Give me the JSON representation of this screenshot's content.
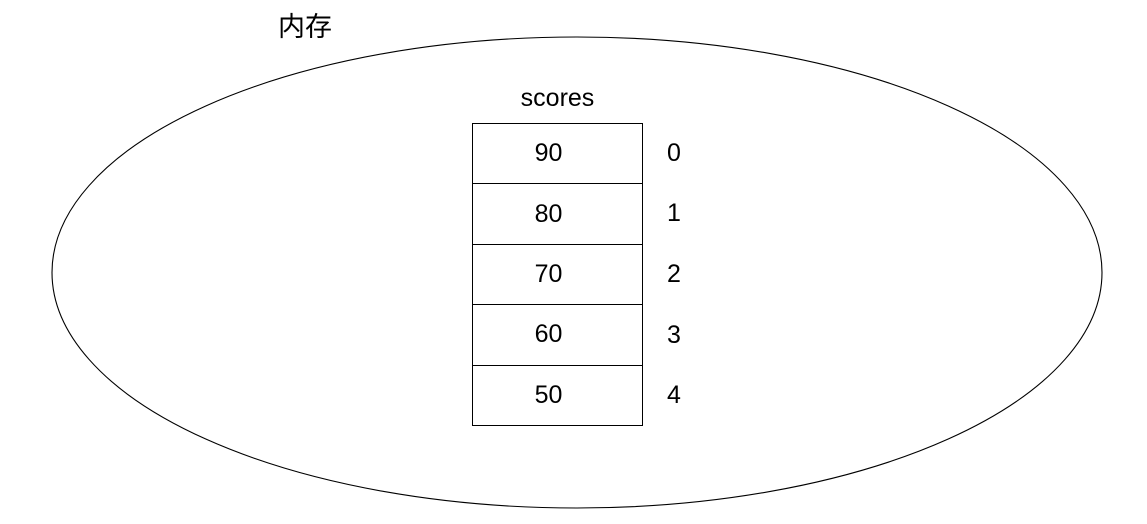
{
  "diagram": {
    "title": "",
    "container_label": "内存",
    "container_shape": "ellipse",
    "array_name": "scores",
    "stroke_color": "#000000",
    "background_color": "#ffffff",
    "cells": [
      {
        "value": "90",
        "index": "0"
      },
      {
        "value": "80",
        "index": "1"
      },
      {
        "value": "70",
        "index": "2"
      },
      {
        "value": "60",
        "index": "3"
      },
      {
        "value": "50",
        "index": "4"
      }
    ]
  }
}
